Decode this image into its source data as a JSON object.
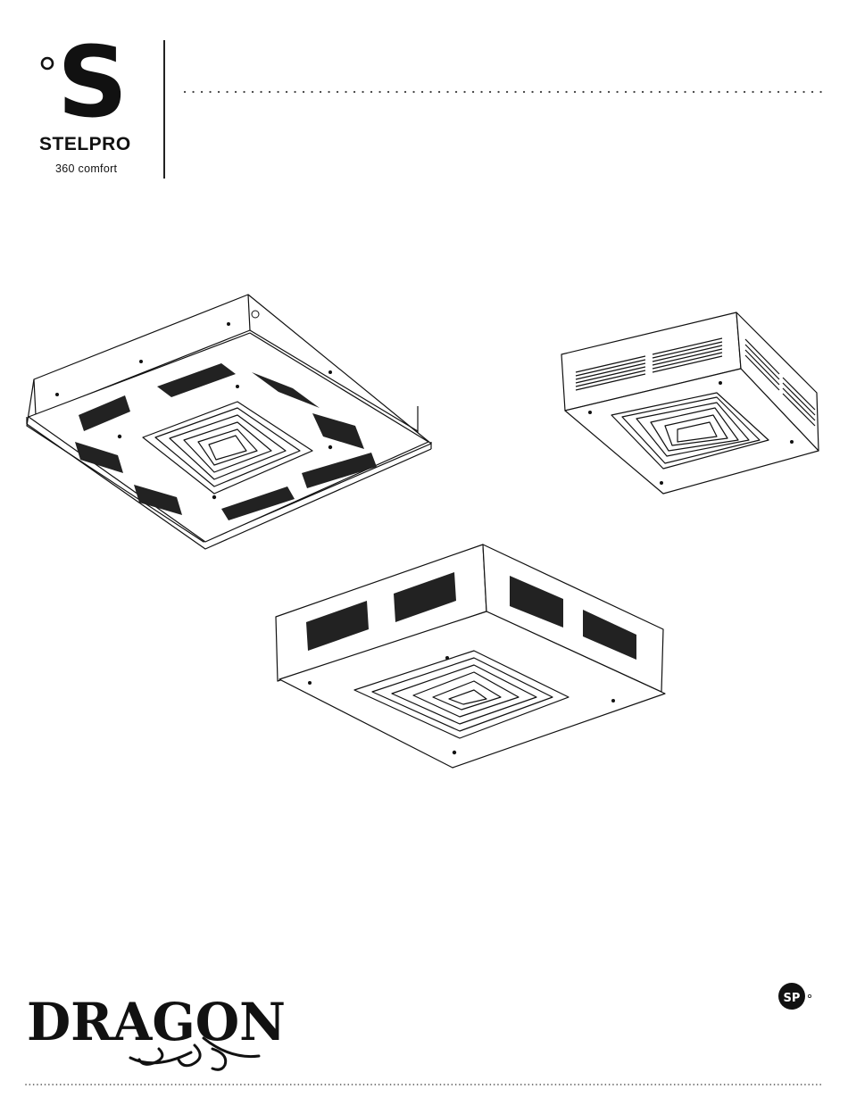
{
  "header": {
    "brand_name": "STELPRO",
    "brand_tagline": "360 comfort",
    "brand_mark_letter": "S"
  },
  "illustrations": [
    {
      "name": "ceiling-heater-large",
      "description_icon": "ceiling-heater-icon"
    },
    {
      "name": "ceiling-heater-small",
      "description_icon": "ceiling-heater-icon"
    },
    {
      "name": "ceiling-heater-medium",
      "description_icon": "ceiling-heater-icon"
    }
  ],
  "footer": {
    "product_logo_text": "DRAGON",
    "certification_mark": "SP"
  },
  "colors": {
    "ink": "#111111",
    "paper": "#ffffff"
  }
}
